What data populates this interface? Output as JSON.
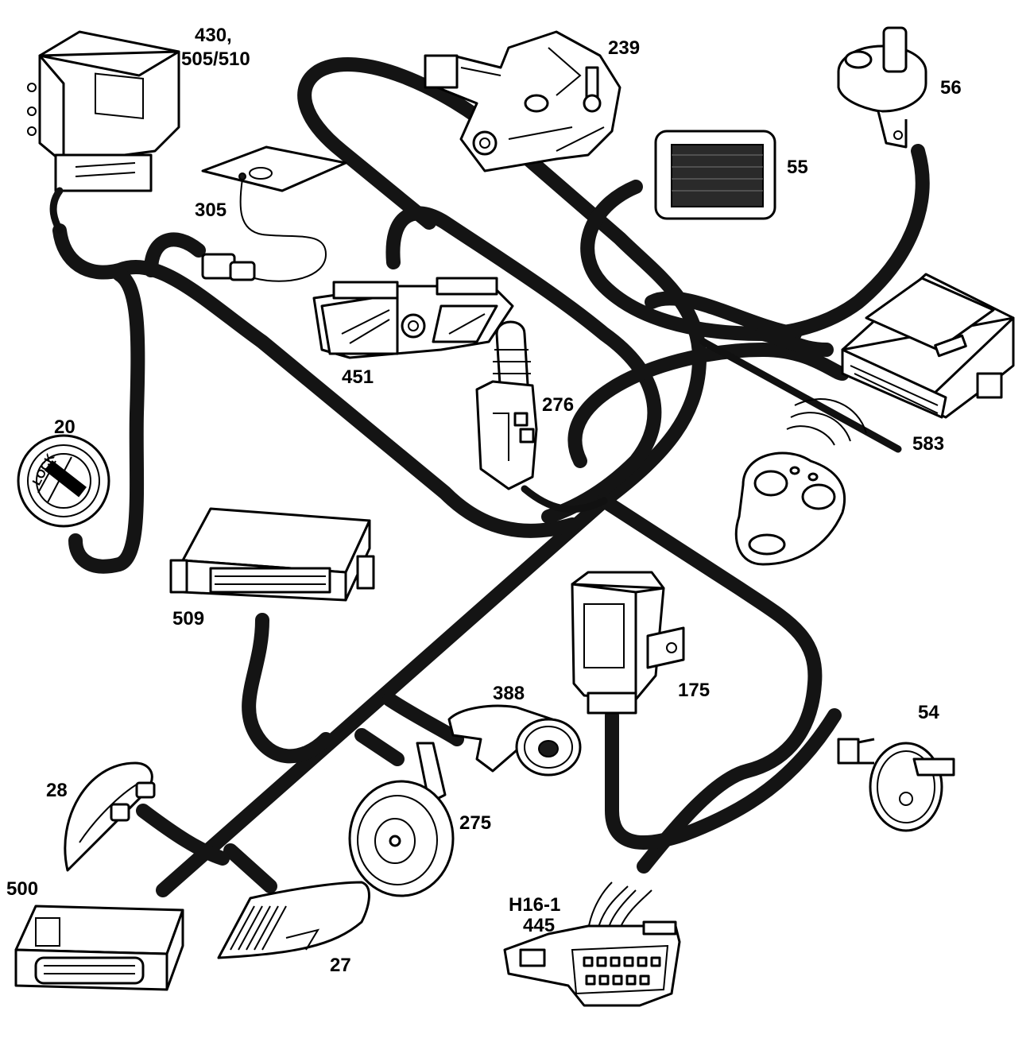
{
  "labels": {
    "ecu_430": "430,",
    "ecu_505_510": "505/510",
    "switch_239": "239",
    "switch_56": "56",
    "unit_55": "55",
    "sensor_305": "305",
    "lamp_451": "451",
    "sensor_276": "276",
    "ignition_20": "20",
    "lock_text": "LOCK",
    "module_583": "583",
    "ecu_509": "509",
    "relay_175": "175",
    "socket_388": "388",
    "switch_54": "54",
    "lamp_28": "28",
    "horn_275": "275",
    "connector_h16": "H16-1",
    "connector_445": "445",
    "ecu_500": "500",
    "lamp_27": "27"
  }
}
